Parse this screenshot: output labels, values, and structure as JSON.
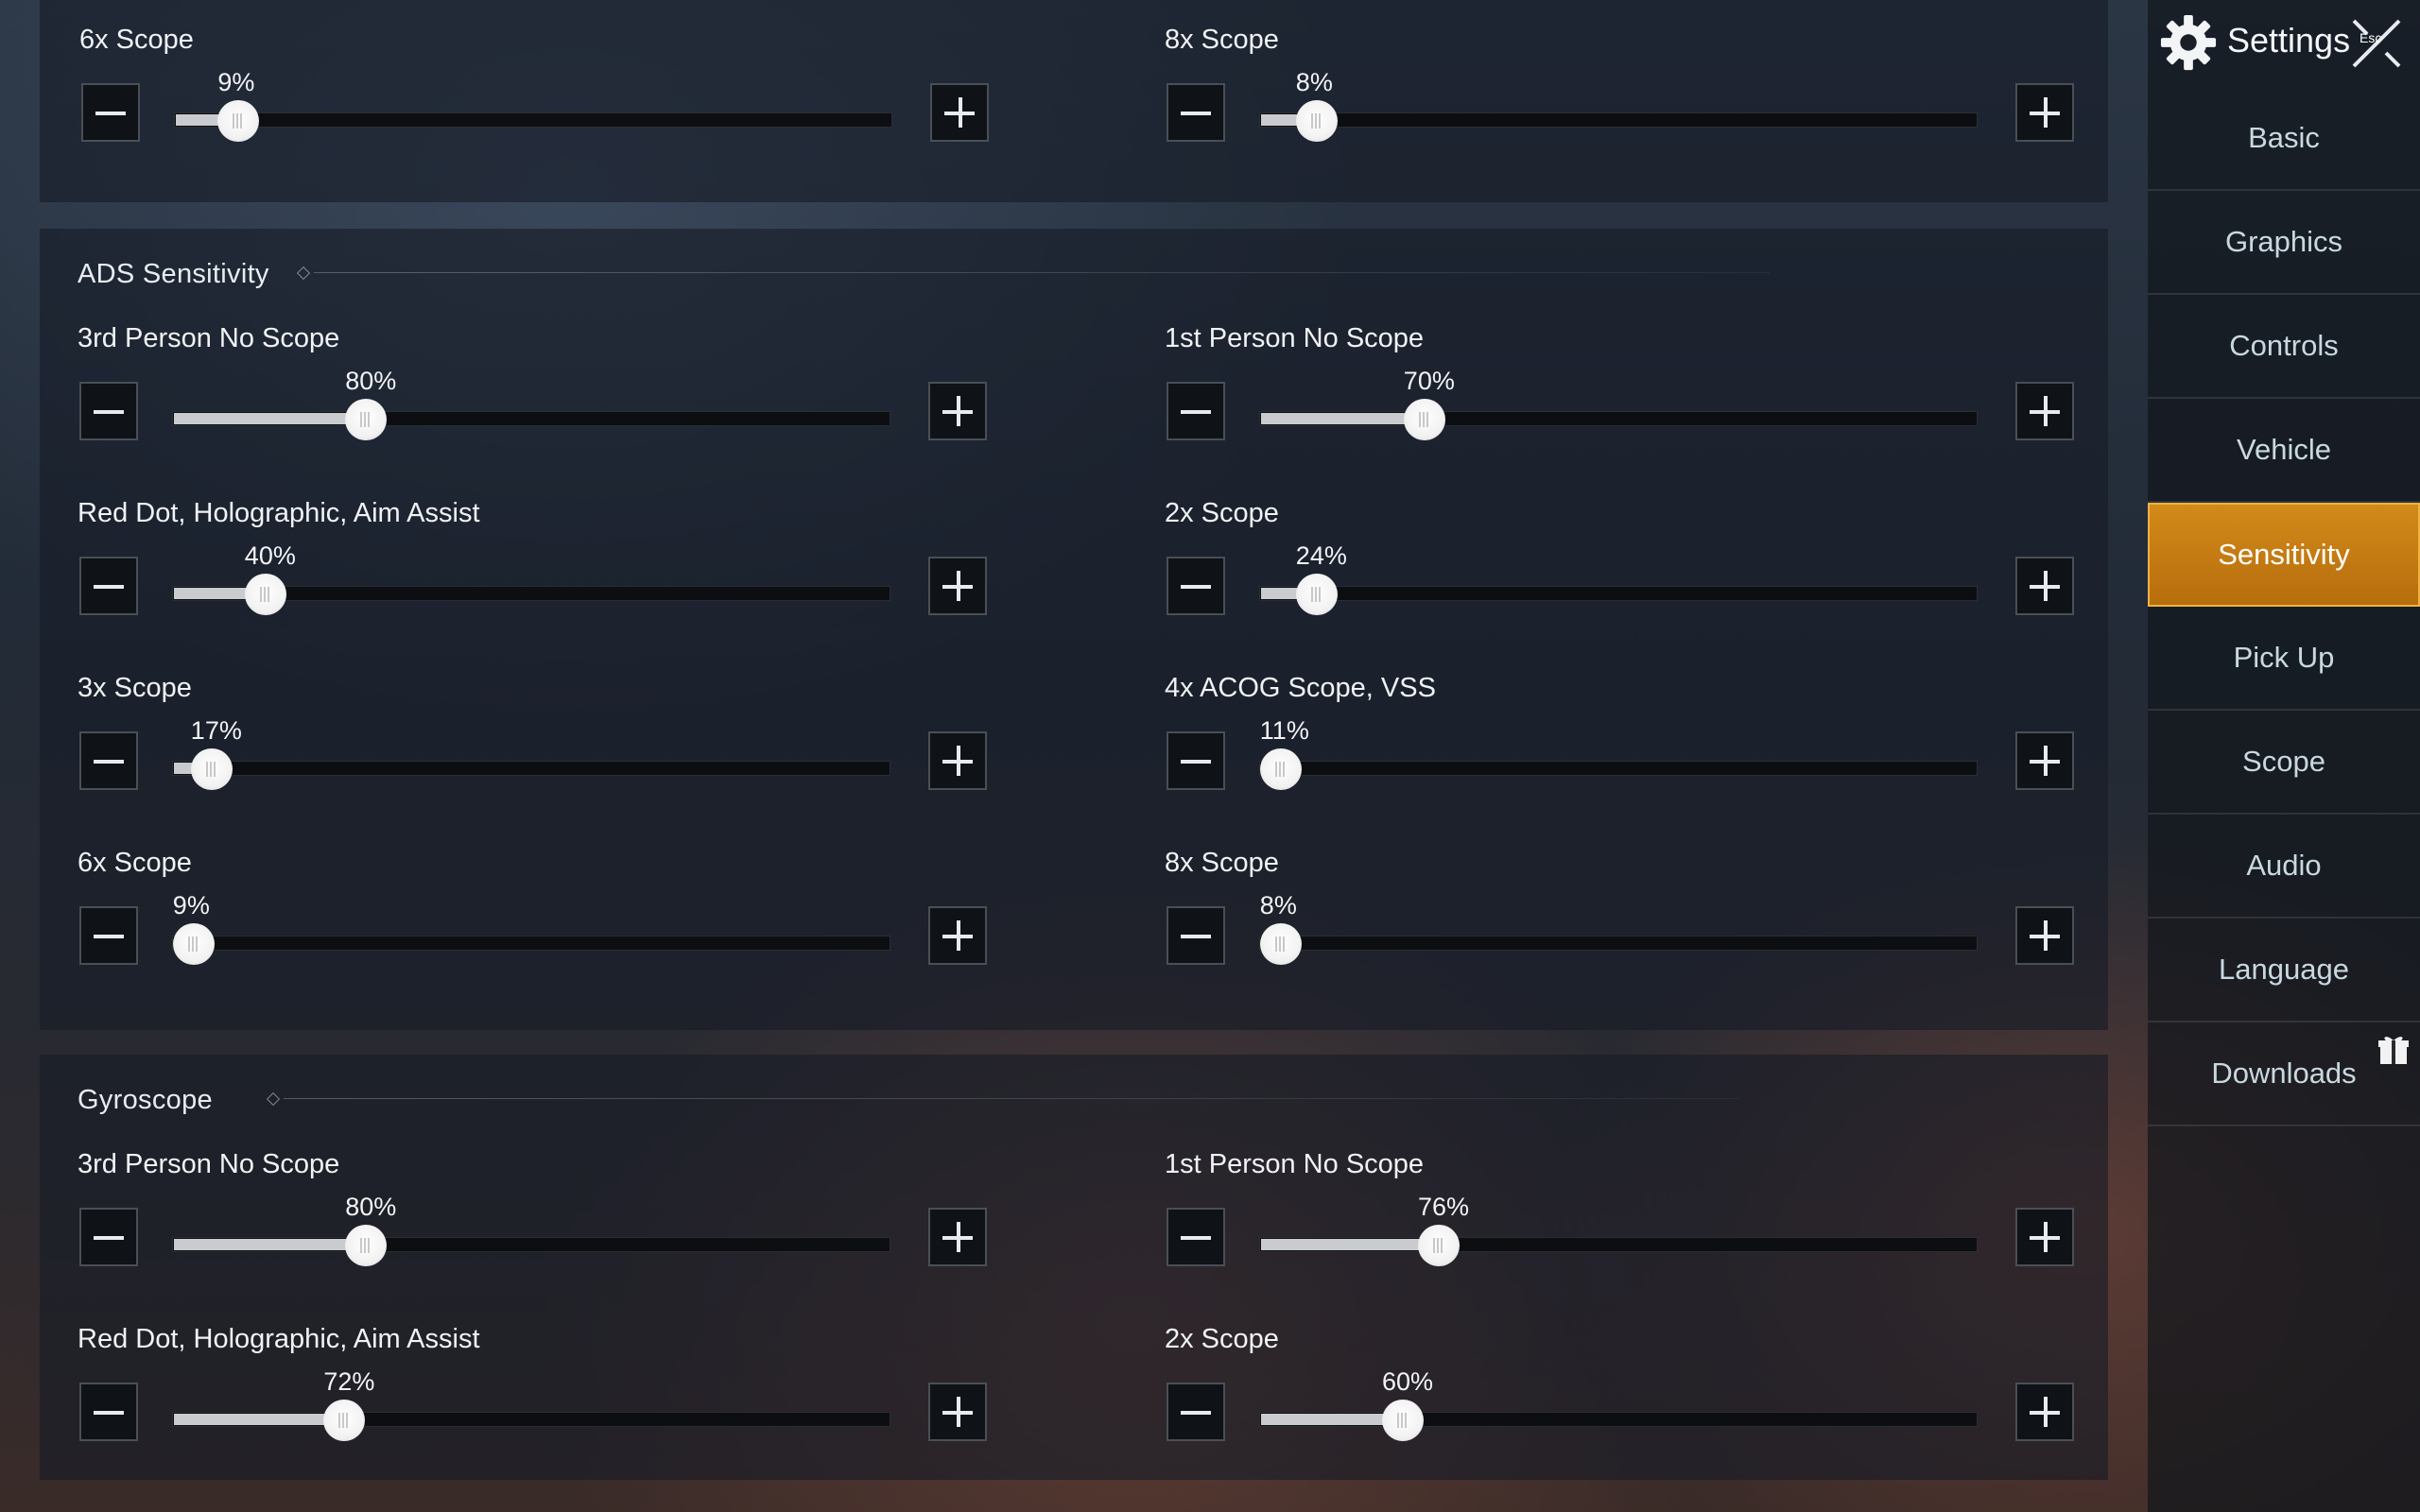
{
  "top_section": {
    "rows": [
      {
        "label": "6x Scope",
        "value": "9%",
        "level": 0.09
      },
      {
        "label": "8x Scope",
        "value": "8%",
        "level": 0.08
      }
    ]
  },
  "ads": {
    "title": "ADS Sensitivity",
    "rows": [
      {
        "label": "3rd Person No Scope",
        "value": "80%",
        "level": 0.27
      },
      {
        "label": "1st Person No Scope",
        "value": "70%",
        "level": 0.23
      },
      {
        "label": "Red Dot, Holographic, Aim Assist",
        "value": "40%",
        "level": 0.13
      },
      {
        "label": "2x Scope",
        "value": "24%",
        "level": 0.08
      },
      {
        "label": "3x Scope",
        "value": "17%",
        "level": 0.055
      },
      {
        "label": "4x ACOG Scope, VSS",
        "value": "11%",
        "level": 0.03
      },
      {
        "label": "6x Scope",
        "value": "9%",
        "level": 0.03
      },
      {
        "label": "8x Scope",
        "value": "8%",
        "level": 0.03
      }
    ]
  },
  "gyro": {
    "title": "Gyroscope",
    "rows": [
      {
        "label": "3rd Person No Scope",
        "value": "80%",
        "level": 0.27
      },
      {
        "label": "1st Person No Scope",
        "value": "76%",
        "level": 0.25
      },
      {
        "label": "Red Dot, Holographic, Aim Assist",
        "value": "72%",
        "level": 0.24
      },
      {
        "label": "2x Scope",
        "value": "60%",
        "level": 0.2
      }
    ]
  },
  "sidebar": {
    "title": "Settings",
    "esc": "Esc",
    "items": [
      {
        "label": "Basic",
        "active": false
      },
      {
        "label": "Graphics",
        "active": false
      },
      {
        "label": "Controls",
        "active": false
      },
      {
        "label": "Vehicle",
        "active": false
      },
      {
        "label": "Sensitivity",
        "active": true
      },
      {
        "label": "Pick Up",
        "active": false
      },
      {
        "label": "Scope",
        "active": false
      },
      {
        "label": "Audio",
        "active": false
      },
      {
        "label": "Language",
        "active": false
      },
      {
        "label": "Downloads",
        "active": false
      }
    ]
  },
  "colors": {
    "accent": "#c97c14",
    "track": "#0c0e11",
    "fill": "#c9cbce"
  }
}
